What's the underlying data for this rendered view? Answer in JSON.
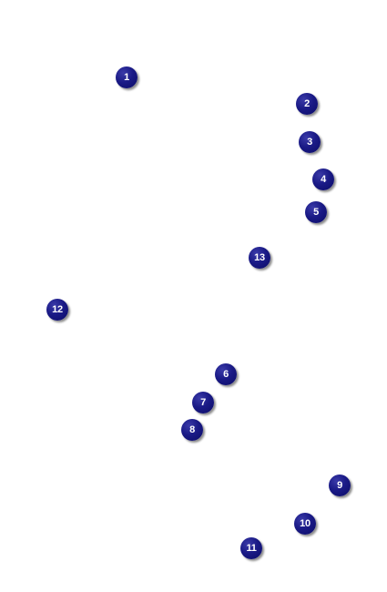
{
  "colors": {
    "marker_fill": "#1a1a86",
    "marker_text": "#ffffff",
    "background": "#ffffff"
  },
  "markers": [
    {
      "label": "1"
    },
    {
      "label": "2"
    },
    {
      "label": "3"
    },
    {
      "label": "4"
    },
    {
      "label": "5"
    },
    {
      "label": "6"
    },
    {
      "label": "7"
    },
    {
      "label": "8"
    },
    {
      "label": "9"
    },
    {
      "label": "10"
    },
    {
      "label": "11"
    },
    {
      "label": "12"
    },
    {
      "label": "13"
    }
  ]
}
